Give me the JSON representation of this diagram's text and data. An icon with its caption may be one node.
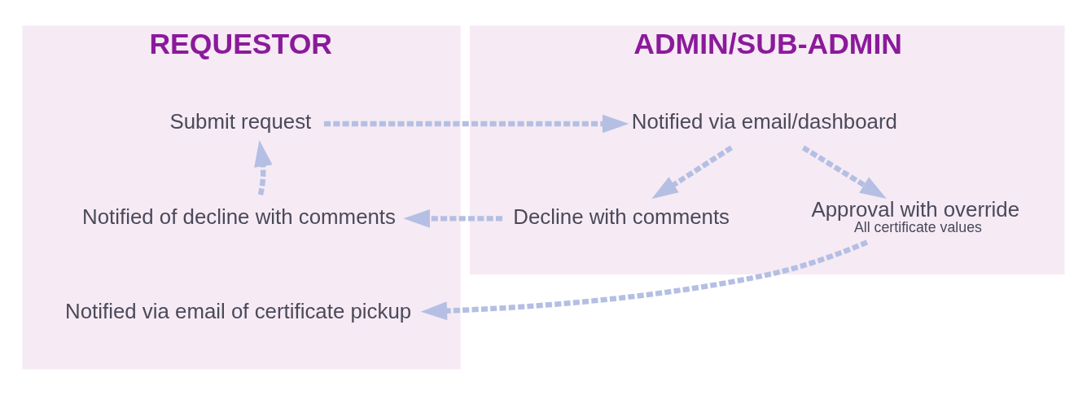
{
  "diagram": {
    "nodes": [
      {
        "text": [
          "REQUESTOR"
        ]
      },
      {
        "text": [
          "Submit request"
        ],
        "in": 0
      },
      {
        "text": [
          "Notified of decline with comments"
        ],
        "in": 0
      },
      {
        "text": [
          "Notified via email of certificate pickup"
        ],
        "in": 0
      },
      {
        "text": [
          "ADMIN/SUB-ADMIN"
        ]
      },
      {
        "text": [
          "Notified via email/dashboard"
        ],
        "in": 4
      },
      {
        "text": [
          "Decline with comments"
        ],
        "in": 4
      },
      {
        "text": [
          "Approval with override"
        ],
        "in": 4,
        "beside": [
          "All certificate values"
        ]
      }
    ],
    "edges": [
      {
        "from": 1,
        "to": 5,
        "arrow": "to",
        "style": "dashed"
      },
      {
        "from": 5,
        "to": 6,
        "arrow": "to",
        "style": "dashed"
      },
      {
        "from": 5,
        "to": 7,
        "arrow": "to",
        "style": "dashed"
      },
      {
        "from": 6,
        "to": 2,
        "arrow": "to",
        "style": "dashed"
      },
      {
        "from": 2,
        "to": 1,
        "arrow": "to",
        "style": "dashed"
      },
      {
        "from": 7,
        "to": 3,
        "arrow": "to",
        "style": "dashed"
      }
    ]
  }
}
